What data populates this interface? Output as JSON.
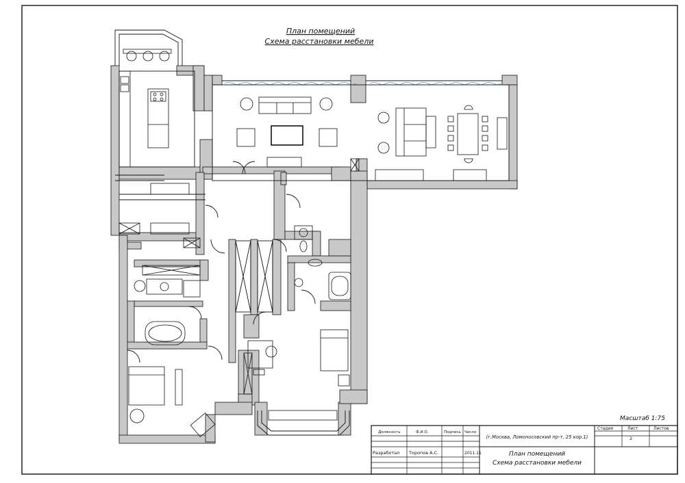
{
  "drawing": {
    "title_line1": "План помещений",
    "title_line2": "Схема расстановки мебели",
    "scale": "Масштаб 1:75"
  },
  "title_block": {
    "headers": {
      "position": "Должность",
      "name": "Ф.И.О.",
      "signature": "Подпись",
      "date": "Число"
    },
    "address": "(г.Москва, Ломоносовский пр-т, 25 кор.1)",
    "developer_role": "Разработал",
    "developer_name": "Торопов А.С.",
    "developer_date": "2011.11",
    "stage_header": "Стадия",
    "sheet_header": "Лист",
    "sheets_header": "Листов",
    "sheet_number": "2",
    "sheet_title_line1": "План помещений",
    "sheet_title_line2": "Схема расстановки мебели"
  },
  "colors": {
    "wall": "#c8c8c8",
    "line": "#111111",
    "glass": "#66aabb"
  }
}
